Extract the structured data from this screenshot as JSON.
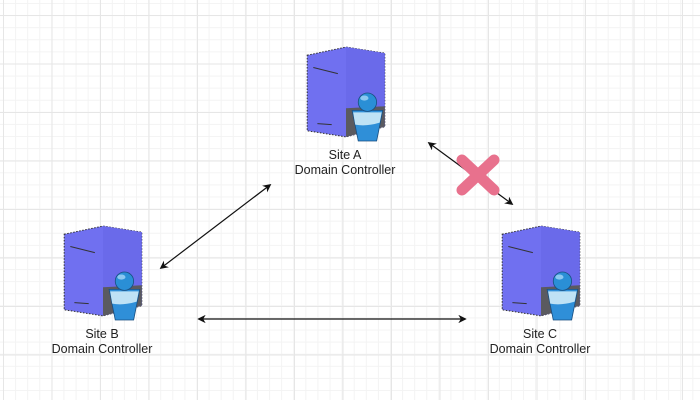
{
  "diagram": {
    "type": "network-topology",
    "nodes": [
      {
        "id": "site-a",
        "line1": "Site A",
        "line2": "Domain Controller",
        "icon": "server-with-user-icon"
      },
      {
        "id": "site-b",
        "line1": "Site B",
        "line2": "Domain Controller",
        "icon": "server-with-user-icon"
      },
      {
        "id": "site-c",
        "line1": "Site C",
        "line2": "Domain Controller",
        "icon": "server-with-user-icon"
      }
    ],
    "edges": [
      {
        "from": "site-a",
        "to": "site-b",
        "style": "bidirectional",
        "status": "ok"
      },
      {
        "from": "site-b",
        "to": "site-c",
        "style": "bidirectional",
        "status": "ok"
      },
      {
        "from": "site-a",
        "to": "site-c",
        "style": "bidirectional",
        "status": "broken",
        "marker": "x-mark-icon"
      }
    ],
    "colors": {
      "server_body": "#7070f0",
      "server_side": "#5e5ed8",
      "server_shadow": "#606060",
      "user_head": "#2a8fd6",
      "user_body": "#2f8fd8",
      "user_light": "#bfe2f5",
      "edge": "#111111",
      "broken_marker": "#e8718d",
      "grid": "#e6e6e6"
    }
  }
}
